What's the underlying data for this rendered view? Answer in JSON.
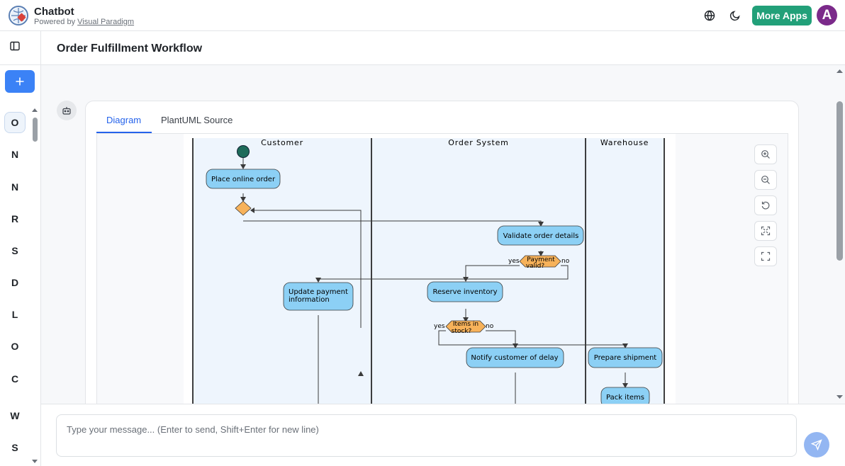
{
  "header": {
    "app_title": "Chatbot",
    "powered_prefix": "Powered by ",
    "powered_link": "Visual Paradigm",
    "more_apps_label": "More Apps",
    "avatar_letter": "A"
  },
  "sidebar": {
    "conversations": [
      "O",
      "N",
      "N",
      "R",
      "S",
      "D",
      "L",
      "O",
      "C",
      "W",
      "S"
    ]
  },
  "main": {
    "page_title": "Order Fulfillment Workflow",
    "tabs": [
      {
        "label": "Diagram",
        "active": true
      },
      {
        "label": "PlantUML Source",
        "active": false
      }
    ]
  },
  "diagram": {
    "lanes": [
      "Customer",
      "Order System",
      "Warehouse"
    ],
    "activities": {
      "place_order": "Place online order",
      "validate": "Validate order details",
      "update_payment_1": "Update payment",
      "update_payment_2": "information",
      "reserve": "Reserve inventory",
      "notify_delay": "Notify customer of delay",
      "prepare_shipment": "Prepare shipment",
      "pack_items": "Pack items"
    },
    "decisions": {
      "payment_1": "Payment",
      "payment_2": "valid?",
      "stock_1": "Items in",
      "stock_2": "stock?"
    },
    "branch_labels": {
      "yes": "yes",
      "no": "no"
    }
  },
  "composer": {
    "placeholder": "Type your message... (Enter to send, Shift+Enter for new line)"
  },
  "colors": {
    "accent": "#3b82f6",
    "more_apps": "#22a079",
    "avatar": "#7b2a8a",
    "activity_fill": "#8cd0f5",
    "decision_fill": "#f7b25a",
    "start_node": "#1e6b5a"
  }
}
